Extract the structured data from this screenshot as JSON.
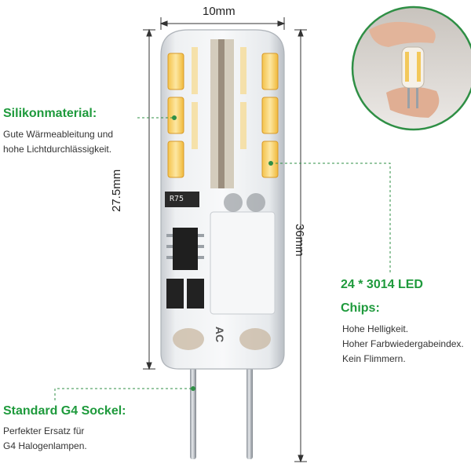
{
  "colors": {
    "accent_green": "#1e9a3c",
    "dimension_line": "#333333",
    "callout_line": "#2f8f45"
  },
  "dimensions": {
    "width_label": "10mm",
    "body_height_label": "27.5mm",
    "total_height_label": "36mm"
  },
  "callouts": {
    "material": {
      "title": "Silikonmaterial:",
      "lines": [
        "Gute Wärmeableitung und",
        "hohe Lichtdurchlässigkeit."
      ]
    },
    "chips": {
      "title_line1": "24 * 3014 LED",
      "title_line2": "Chips:",
      "lines": [
        "Hohe Helligkeit.",
        "Hoher Farbwiedergabeindex.",
        "Kein Flimmern."
      ]
    },
    "socket": {
      "title": "Standard G4 Sockel:",
      "lines": [
        "Perfekter Ersatz für",
        "G4 Halogenlampen."
      ]
    }
  },
  "product": {
    "component_marking": "R75",
    "ac_marking": "AC",
    "led_count": 24
  }
}
